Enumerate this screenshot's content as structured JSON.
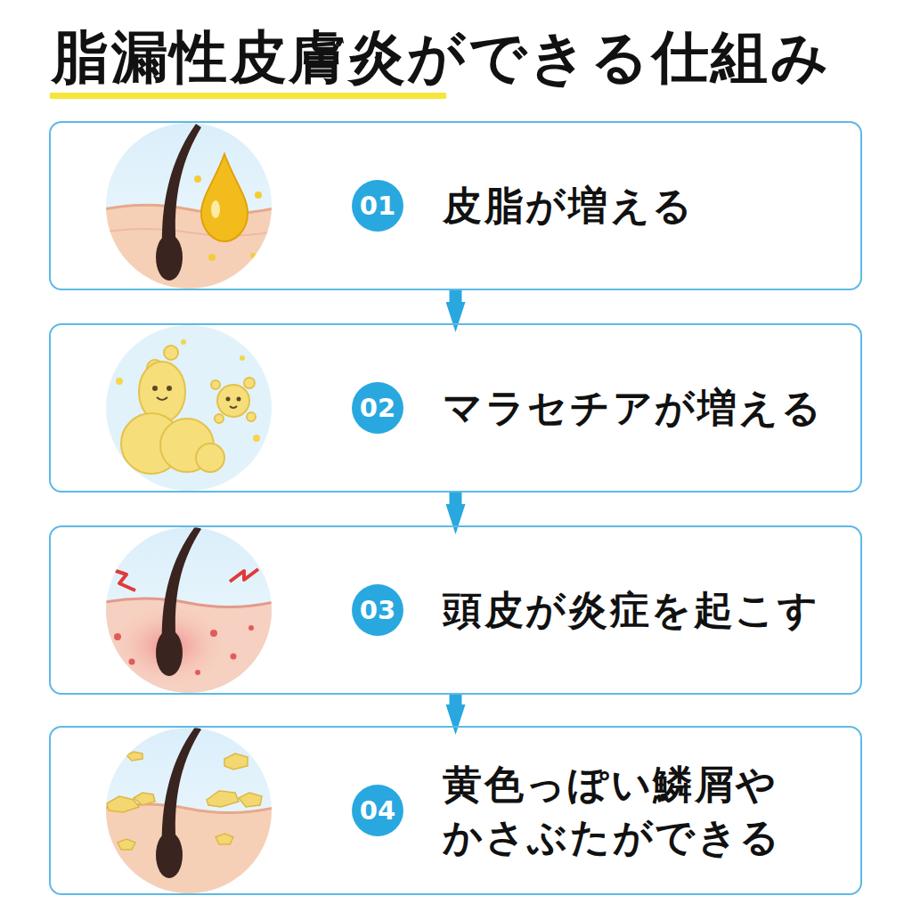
{
  "diagram": {
    "title": "脂漏性皮膚炎ができる仕組み",
    "nodes": [
      {
        "text": [
          "01",
          "皮脂が増える"
        ]
      },
      {
        "text": [
          "02",
          "マラセチアが増える"
        ]
      },
      {
        "text": [
          "03",
          "頭皮が炎症を起こす"
        ]
      },
      {
        "text": [
          "04",
          "黄色っぽい鱗屑やかさぶたができる"
        ]
      }
    ],
    "edges": [
      {
        "from": 0,
        "to": 1,
        "arrow": "to"
      },
      {
        "from": 1,
        "to": 2,
        "arrow": "to"
      },
      {
        "from": 2,
        "to": 3,
        "arrow": "to"
      }
    ]
  }
}
